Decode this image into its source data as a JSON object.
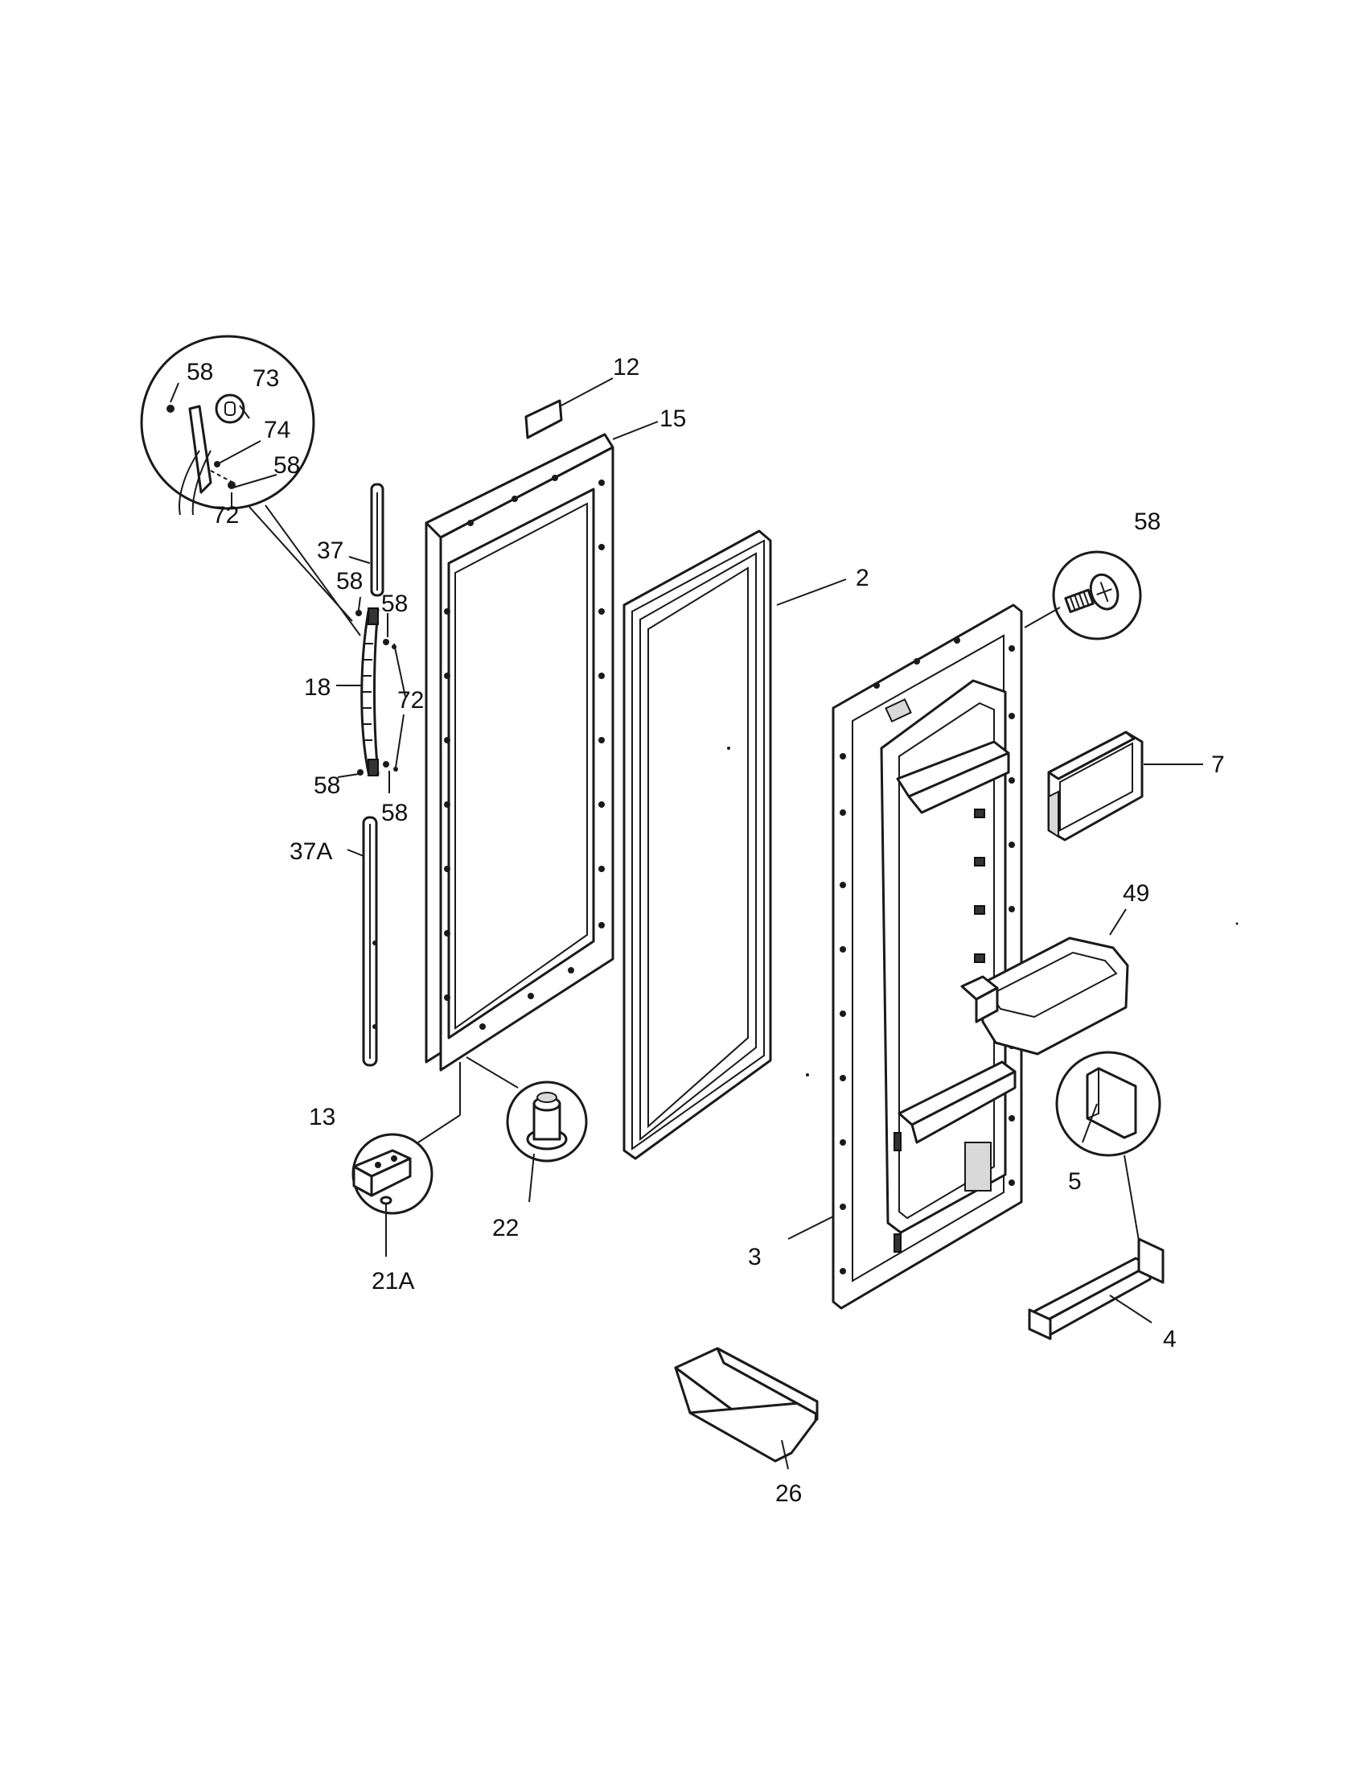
{
  "callouts": [
    {
      "id": "c12",
      "label": "12"
    },
    {
      "id": "c15",
      "label": "15"
    },
    {
      "id": "c2",
      "label": "2"
    },
    {
      "id": "c58-right",
      "label": "58"
    },
    {
      "id": "c7",
      "label": "7"
    },
    {
      "id": "c49",
      "label": "49"
    },
    {
      "id": "c5",
      "label": "5"
    },
    {
      "id": "c4",
      "label": "4"
    },
    {
      "id": "c3",
      "label": "3"
    },
    {
      "id": "c26",
      "label": "26"
    },
    {
      "id": "c22",
      "label": "22"
    },
    {
      "id": "c13",
      "label": "13"
    },
    {
      "id": "c21A",
      "label": "21A"
    },
    {
      "id": "c37",
      "label": "37"
    },
    {
      "id": "c37A",
      "label": "37A"
    },
    {
      "id": "c18",
      "label": "18"
    },
    {
      "id": "c72-mid",
      "label": "72"
    },
    {
      "id": "c58-a",
      "label": "58"
    },
    {
      "id": "c58-b",
      "label": "58"
    },
    {
      "id": "c58-c",
      "label": "58"
    },
    {
      "id": "c58-d",
      "label": "58"
    },
    {
      "id": "c58-detail-top",
      "label": "58"
    },
    {
      "id": "c73",
      "label": "73"
    },
    {
      "id": "c74",
      "label": "74"
    },
    {
      "id": "c58-detail-mid",
      "label": "58"
    },
    {
      "id": "c72-detail",
      "label": "72"
    }
  ]
}
